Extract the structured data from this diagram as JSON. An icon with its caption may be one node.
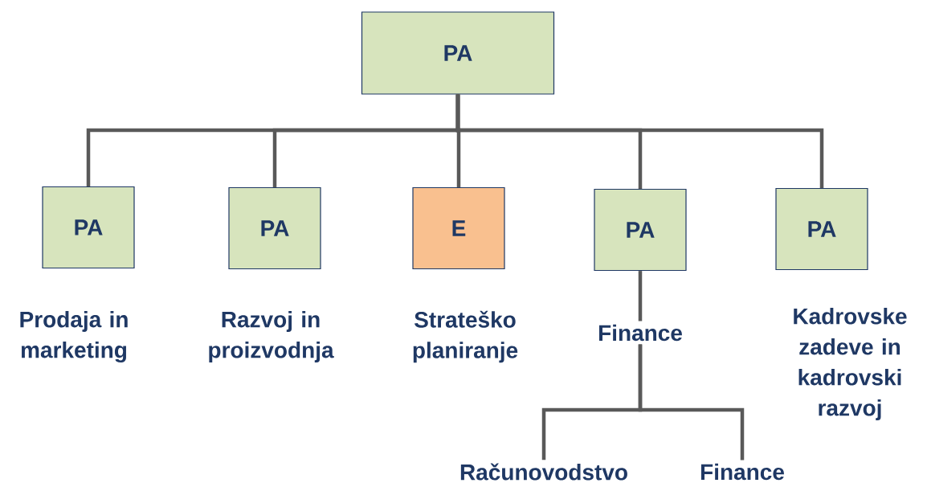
{
  "diagram": {
    "nodes": [
      {
        "text": [
          "PA"
        ]
      },
      {
        "text": [
          "PA"
        ],
        "beside": [
          "Prodaja in marketing"
        ]
      },
      {
        "text": [
          "PA"
        ],
        "beside": [
          "Razvoj in proizvodnja"
        ]
      },
      {
        "text": [
          "E"
        ],
        "beside": [
          "Strateško planiranje"
        ]
      },
      {
        "text": [
          "PA"
        ]
      },
      {
        "text": [
          "PA"
        ],
        "beside": [
          "Kadrovske zadeve in kadrovski razvoj"
        ]
      },
      {
        "text": [
          "Finance"
        ]
      },
      {
        "text": [
          "Računovodstvo"
        ]
      },
      {
        "text": [
          "Finance"
        ]
      }
    ],
    "edges": [
      {
        "from": 0,
        "to": 1,
        "arrow": "none"
      },
      {
        "from": 0,
        "to": 2,
        "arrow": "none"
      },
      {
        "from": 0,
        "to": 3,
        "arrow": "none"
      },
      {
        "from": 0,
        "to": 4,
        "arrow": "none"
      },
      {
        "from": 0,
        "to": 5,
        "arrow": "none"
      },
      {
        "from": 4,
        "to": 6,
        "arrow": "none"
      },
      {
        "from": 6,
        "to": 7,
        "arrow": "none"
      },
      {
        "from": 6,
        "to": 8,
        "arrow": "none"
      }
    ]
  }
}
